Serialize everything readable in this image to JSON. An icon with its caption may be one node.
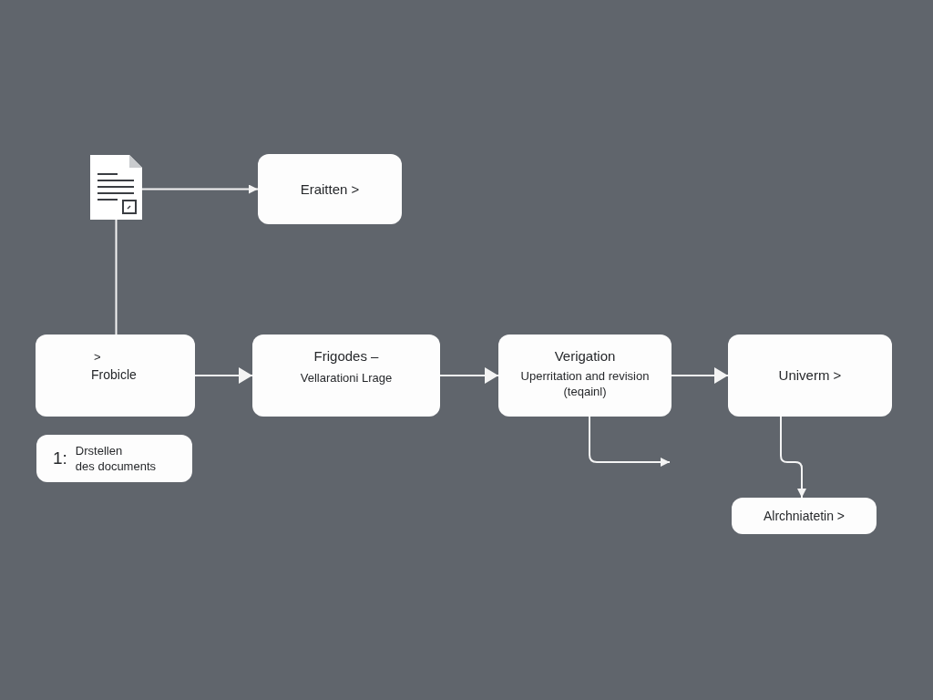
{
  "diagram": {
    "nodes": [
      {
        "text": [],
        "shape": "picture"
      },
      {
        "text": [
          "Eraitten >"
        ]
      },
      {
        "text": [
          ">",
          "Frobicle"
        ]
      },
      {
        "text": [
          "1:",
          "Drstellen des documents"
        ]
      },
      {
        "text": [
          "Frigodes –",
          "Vellarationi Lrage"
        ]
      },
      {
        "text": [
          "Verigation",
          "Uperritation and revision (teqainl)"
        ]
      },
      {
        "text": [
          "Univerm >"
        ]
      },
      {
        "text": [
          "Alrchniatetin >"
        ]
      }
    ],
    "edges": [
      {
        "from": 0,
        "to": 1,
        "arrow": "to"
      },
      {
        "from": 0,
        "to": 2,
        "arrow": "none"
      },
      {
        "from": 2,
        "to": 4,
        "arrow": "to"
      },
      {
        "from": 4,
        "to": 5,
        "arrow": "to"
      },
      {
        "from": 5,
        "to": 6,
        "arrow": "to"
      },
      {
        "from": 5,
        "to": null,
        "arrow": "to"
      },
      {
        "from": 6,
        "to": 7,
        "arrow": "to"
      }
    ]
  }
}
